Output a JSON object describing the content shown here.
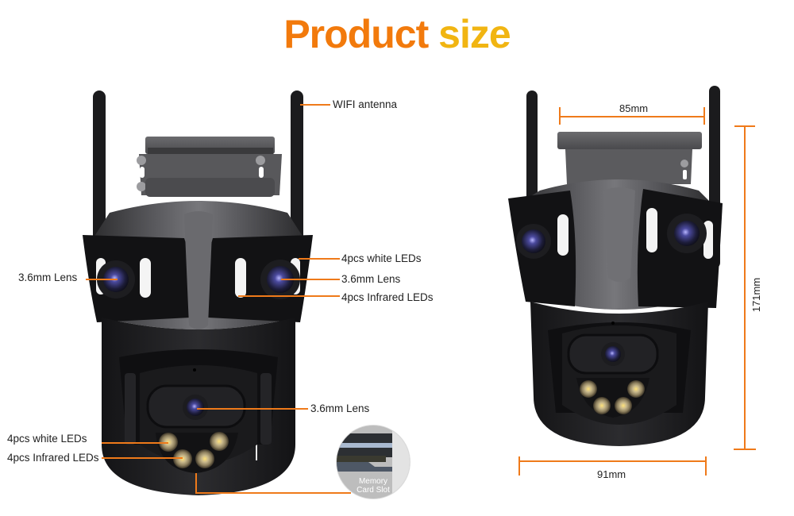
{
  "title": {
    "word1": "Product",
    "word2": "size",
    "color_start": "#f27a0c",
    "color_end": "#f1b512"
  },
  "accent_color": "#ef7a1a",
  "left_camera": {
    "callouts": [
      {
        "id": "wifi_antenna",
        "text": "WIFI antenna"
      },
      {
        "id": "left_lens",
        "text": "3.6mm Lens"
      },
      {
        "id": "right_white_leds",
        "text": "4pcs white LEDs"
      },
      {
        "id": "right_lens",
        "text": "3.6mm Lens"
      },
      {
        "id": "right_ir_leds",
        "text": "4pcs Infrared LEDs"
      },
      {
        "id": "bottom_lens",
        "text": "3.6mm Lens"
      },
      {
        "id": "bottom_white_leds",
        "text": "4pcs white LEDs"
      },
      {
        "id": "bottom_ir_leds",
        "text": "4pcs Infrared LEDs"
      }
    ],
    "memory_card_inset": {
      "line1": "Memory",
      "line2": "Card Slot"
    }
  },
  "right_camera": {
    "dimensions": {
      "width_top": "85mm",
      "height": "171mm",
      "width_bottom": "91mm"
    }
  }
}
